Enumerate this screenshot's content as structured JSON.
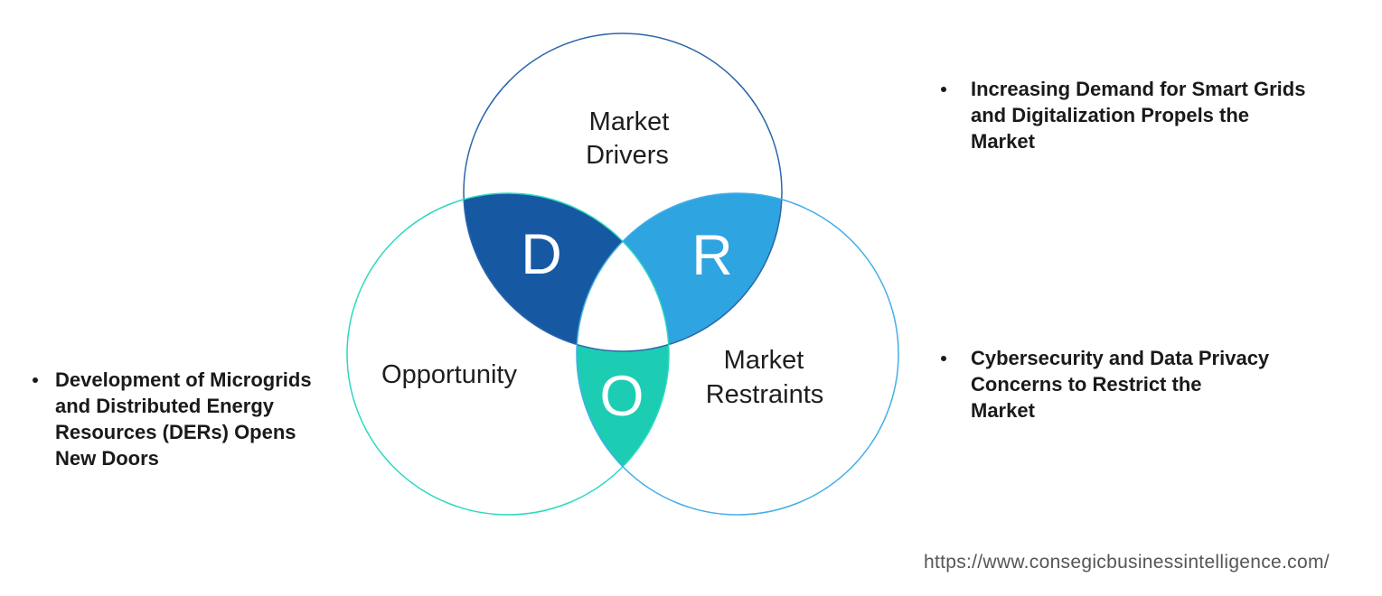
{
  "venn": {
    "drivers": {
      "label_lines": [
        "Market",
        "Drivers"
      ],
      "letter": "D"
    },
    "restraints": {
      "label_lines": [
        "Market",
        "Restraints"
      ],
      "letter": "R"
    },
    "opportunity": {
      "label": "Opportunity",
      "letter": "O"
    },
    "colors": {
      "drivers_overlap_fill": "#1659A2",
      "restraints_overlap_fill": "#2EA4E0",
      "opportunity_overlap_fill": "#1CCDB4",
      "drivers_stroke": "#2B66AC",
      "opportunity_stroke": "#2BD9BE",
      "restraints_stroke": "#41AEE9",
      "letter_color": "#FFFFFF",
      "label_color": "#1E1E1E"
    }
  },
  "bullets": {
    "right_top": {
      "lines": [
        "Increasing Demand for Smart Grids",
        "and Digitalization Propels the",
        "Market"
      ]
    },
    "right_bottom": {
      "lines": [
        "Cybersecurity and Data Privacy",
        "Concerns to Restrict the",
        "Market"
      ]
    },
    "left": {
      "lines": [
        "Development of Microgrids",
        "and Distributed Energy",
        "Resources (DERs) Opens",
        "New Doors"
      ]
    }
  },
  "footer": {
    "url": "https://www.consegicbusinessintelligence.com/"
  }
}
